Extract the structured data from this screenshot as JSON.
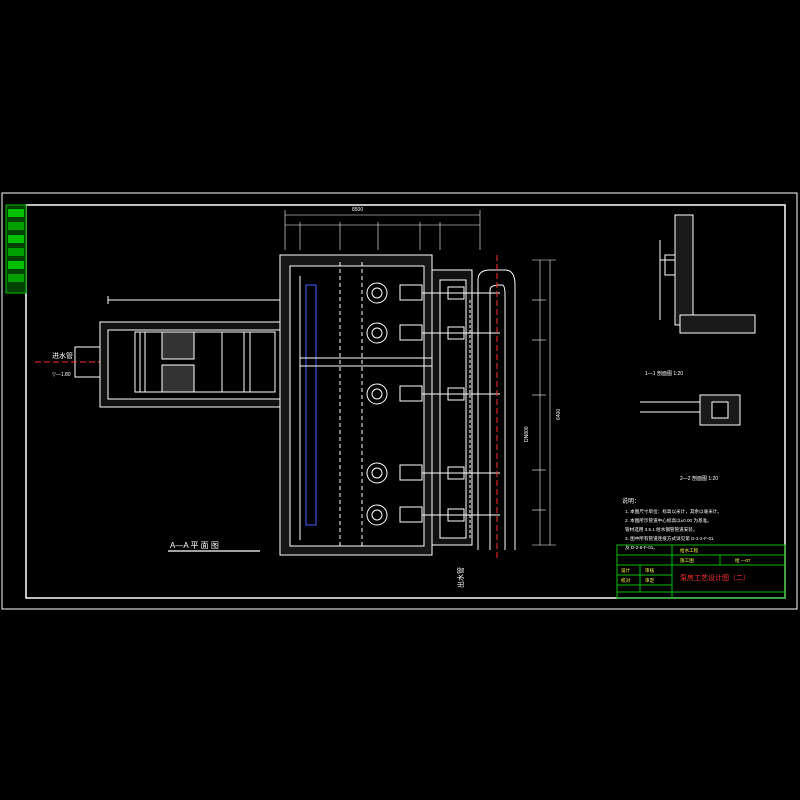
{
  "drawing": {
    "inlet_label": "进水管",
    "inlet_elev": "▽—1.80",
    "plan_caption": "A—A 平 面 图",
    "outlet_label": "出水管",
    "section_caption_1": "1—1 剖面图 1:20",
    "section_caption_2": "2—2 剖面图 1:20",
    "pipe_size": "DN800",
    "top_dimension": "8500",
    "side_dimension": "6400"
  },
  "notes": {
    "title": "说明：",
    "lines": [
      "1. 本图尺寸单位：标高以米计，其余以毫米计。",
      "2. 本图所示管道中心标高以±0.00 为基准。",
      "   管材选用 3.5.1 给水钢管管道安装。",
      "3. 图中所有管道连接方式详见第 D-1-2-F-01",
      "   及 D-2-6-F-01。"
    ]
  },
  "titleblock": {
    "drawing_title": "泵房工艺设计图（二）",
    "drawing_no": "给 —07",
    "rows": [
      "设计",
      "校对",
      "审核",
      "审定"
    ],
    "project": "给水工程",
    "stage": "施工图"
  },
  "colors": {
    "line": "#ffffff",
    "accent_red": "#ff3030",
    "accent_green": "#00c000",
    "accent_cyan": "#40c0ff",
    "accent_yellow": "#ffff40",
    "accent_blue": "#4060ff"
  }
}
